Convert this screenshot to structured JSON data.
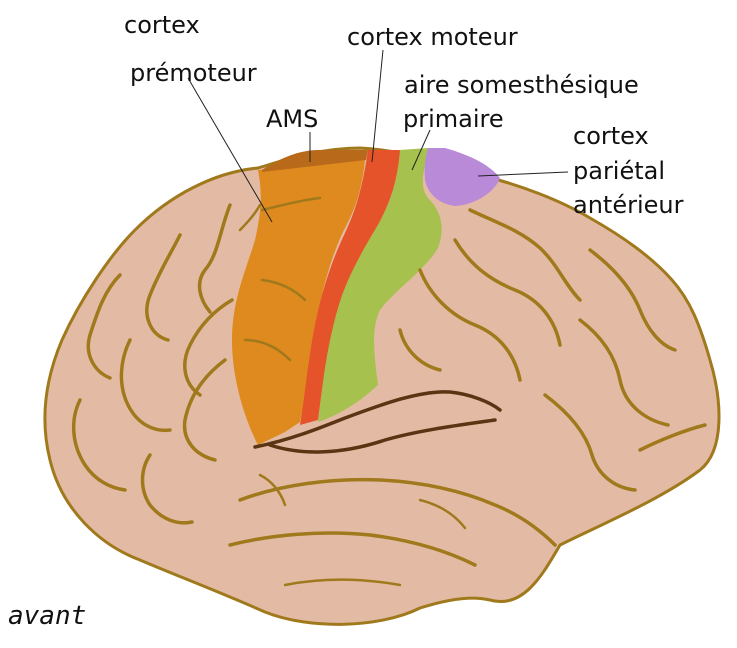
{
  "labels": {
    "cortex_premoteur_line1": "cortex",
    "cortex_premoteur_line2": "prémoteur",
    "ams": "AMS",
    "cortex_moteur": "cortex moteur",
    "somesthesique_line1": "aire somesthésique",
    "somesthesique_line2": "primaire",
    "parietal_line1": "cortex",
    "parietal_line2": "pariétal",
    "parietal_line3": "antérieur",
    "avant": "avant"
  },
  "colors": {
    "brain": "#e3bba5",
    "brain_outline": "#a0791c",
    "premotor": "#df8a1e",
    "sma": "#b86a1a",
    "motor": "#e5532a",
    "somatosensory": "#a6c14e",
    "parietal": "#b98ad8",
    "lateral_sulcus": "#5b3413"
  }
}
